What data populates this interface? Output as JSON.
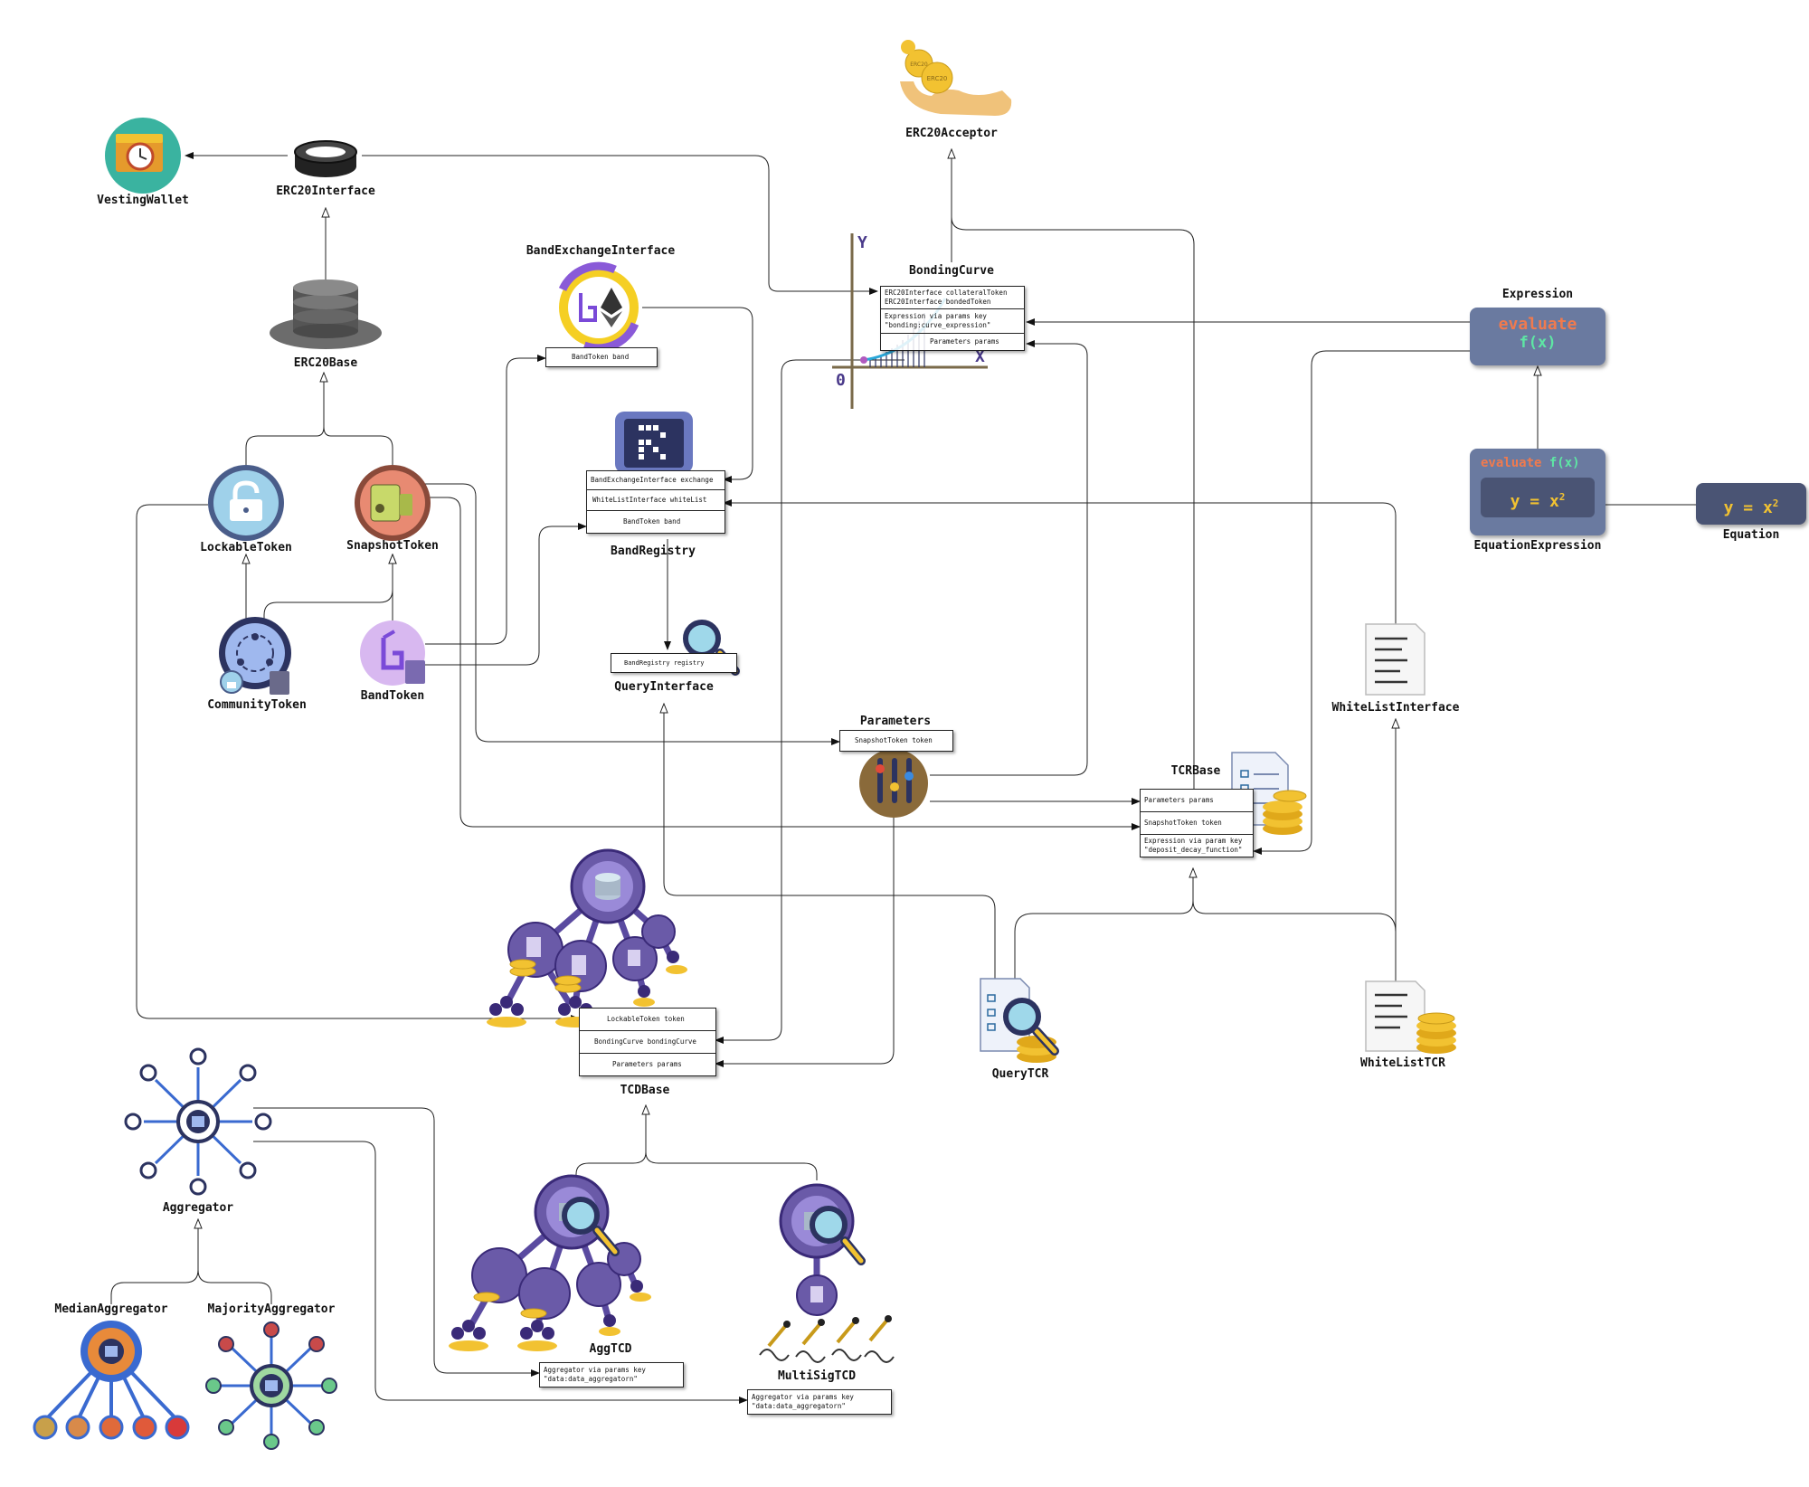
{
  "labels": {
    "vesting_wallet": "VestingWallet",
    "erc20_interface": "ERC20Interface",
    "erc20_base": "ERC20Base",
    "lockable_token": "LockableToken",
    "snapshot_token": "SnapshotToken",
    "community_token": "CommunityToken",
    "band_token": "BandToken",
    "band_exchange_interface": "BandExchangeInterface",
    "band_registry": "BandRegistry",
    "query_interface": "QueryInterface",
    "erc20_acceptor": "ERC20Acceptor",
    "bonding_curve": "BondingCurve",
    "expression": "Expression",
    "equation_expression": "EquationExpression",
    "equation": "Equation",
    "parameters": "Parameters",
    "tcr_base": "TCRBase",
    "whitelist_interface": "WhiteListInterface",
    "whitelist_tcr": "WhiteListTCR",
    "query_tcr": "QueryTCR",
    "tcd_base": "TCDBase",
    "aggregator": "Aggregator",
    "median_aggregator": "MedianAggregator",
    "majority_aggregator": "MajorityAggregator",
    "agg_tcd": "AggTCD",
    "multisig_tcd": "MultiSigTCD"
  },
  "boxes": {
    "band_exchange_interface": [
      "BandToken band"
    ],
    "band_registry": [
      "BandExchangeInterface exchange",
      "WhiteListInterface whiteList",
      "BandToken band"
    ],
    "query_interface": [
      "BandRegistry registry"
    ],
    "bonding_curve": [
      "ERC20Interface collateralToken\nERC20Interface bondedToken",
      "Expression via params key\n\"bonding:curve_expression\"",
      "Parameters params"
    ],
    "parameters": [
      "SnapshotToken token"
    ],
    "tcr_base": [
      "Parameters params",
      "SnapshotToken token",
      "Expression via param key\n\"deposit_decay_function\""
    ],
    "tcd_base": [
      "LockableToken token",
      "BondingCurve bondingCurve",
      "Parameters params"
    ],
    "agg_tcd": [
      "Aggregator via params key\n\"data:data_aggregatorn\""
    ],
    "multisig_tcd": [
      "Aggregator via params key\n\"data:data_aggregatorn\""
    ]
  },
  "expression_card": {
    "evaluate": "evaluate",
    "fx": "f(x)"
  },
  "equation_expression_card": {
    "evaluate": "evaluate",
    "fx": "f(x)",
    "formula": "y = x",
    "exp": "2"
  },
  "equation_card": {
    "formula": "y = x",
    "exp": "2"
  },
  "bonding_chart": {
    "y_axis": "Y",
    "x_axis": "X",
    "origin": "0"
  },
  "icons": {
    "erc20_acceptor": "hand-coins-icon",
    "coin": "erc20-coin-icon",
    "vesting_wallet": "wallet-clock-icon",
    "erc20_interface": "coin-ring-icon",
    "erc20_base": "hat-database-icon",
    "lockable_token": "padlock-icon",
    "snapshot_token": "camera-icon",
    "community_token": "community-icon",
    "band_token": "band-logo-icon",
    "band_exchange_interface": "band-eth-icon",
    "band_registry": "registry-grid-icon",
    "query_interface": "magnifier-icon",
    "parameters": "sliders-icon",
    "tcr_base": "checklist-coins-icon",
    "whitelist_interface": "document-icon",
    "whitelist_tcr": "document-coins-icon",
    "query_tcr": "checklist-search-icon",
    "tcd_base": "tree-network-icon",
    "aggregator": "hub-icon",
    "median_aggregator": "median-hub-icon",
    "majority_aggregator": "majority-hub-icon",
    "agg_tcd": "tree-search-icon",
    "multisig_tcd": "multisig-pens-icon"
  },
  "coin_text": "ERC20",
  "colors": {
    "purple": "#6a5aa8",
    "dark_navy": "#2c3360",
    "gold": "#f2c231",
    "teal": "#3ab3a0",
    "expr_bg": "#6a7aa0",
    "equation_bg": "#4a5474",
    "orange_text": "#f07a4e",
    "green_text": "#5ee6a4"
  }
}
